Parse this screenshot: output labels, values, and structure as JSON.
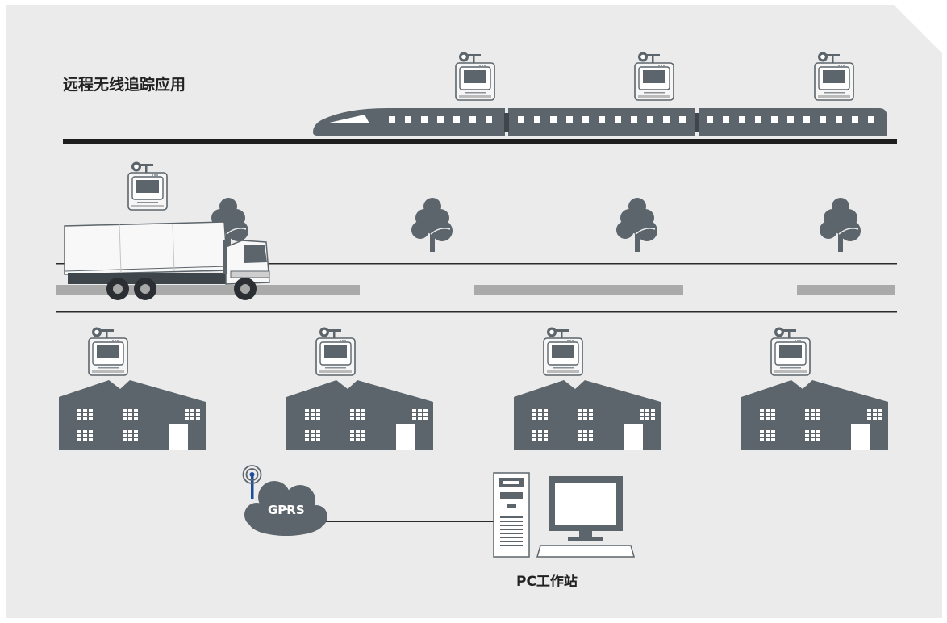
{
  "title": "远程无线追踪应用",
  "gprs_label": "GPRS",
  "pc_label": "PC工作站",
  "colors": {
    "background": "#ebebeb",
    "icon_gray": "#5c656b",
    "road_gray": "#aaaaaa",
    "antenna_blue": "#1a4f9c"
  },
  "icons": {
    "logger": "data-logger-icon",
    "train": "high-speed-train-icon",
    "truck": "truck-icon",
    "tree": "tree-icon",
    "warehouse": "warehouse-icon",
    "cloud": "cloud-icon",
    "pc": "pc-workstation-icon"
  }
}
